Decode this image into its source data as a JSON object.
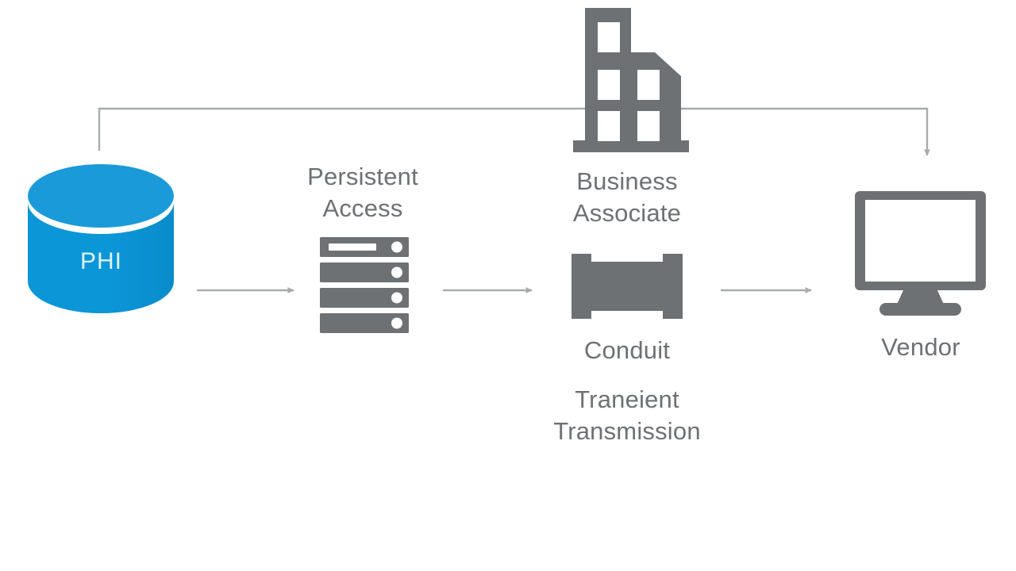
{
  "diagram": {
    "title": "PHI data flow to vendor via business associate",
    "background_color": "#ffffff",
    "colors": {
      "database_blue": "#0b96d8",
      "database_blue_top": "#1a9ad8",
      "icon_gray": "#6e7173",
      "arrow_gray": "#a8abad",
      "label_gray": "#6e7173",
      "phi_text": "#ddf2fb"
    },
    "nodes": [
      {
        "id": "phi-database",
        "icon": "database-cylinder-icon",
        "inner_label": "PHI",
        "label": "",
        "color": "#0b96d8"
      },
      {
        "id": "persistent-access",
        "icon": "server-rack-icon",
        "label": "Persistent\nAccess",
        "color": "#6e7173"
      },
      {
        "id": "business-associate",
        "icon": "office-building-icon",
        "label": "Business\nAssociate",
        "color": "#6e7173"
      },
      {
        "id": "conduit",
        "icon": "conduit-pipe-icon",
        "label": "Conduit",
        "sublabel": "Traneient\nTransmission",
        "color": "#6e7173"
      },
      {
        "id": "vendor",
        "icon": "monitor-display-icon",
        "label": "Vendor",
        "color": "#6e7173"
      }
    ],
    "connectors": [
      {
        "id": "arrow-phi-to-server",
        "from": "phi-database",
        "to": "persistent-access",
        "direction": "right"
      },
      {
        "id": "arrow-server-to-conduit",
        "from": "persistent-access",
        "to": "conduit",
        "direction": "right"
      },
      {
        "id": "arrow-conduit-to-vendor",
        "from": "conduit",
        "to": "vendor",
        "direction": "right"
      },
      {
        "id": "arrow-return-top",
        "from": "phi-database",
        "to": "vendor",
        "direction": "down",
        "style": "elbow-top"
      }
    ]
  },
  "labels": {
    "phi": "PHI",
    "persistent_access": "Persistent\nAccess",
    "business_associate": "Business\nAssociate",
    "conduit": "Conduit",
    "transient_transmission": "Traneient\nTransmission",
    "vendor": "Vendor"
  }
}
